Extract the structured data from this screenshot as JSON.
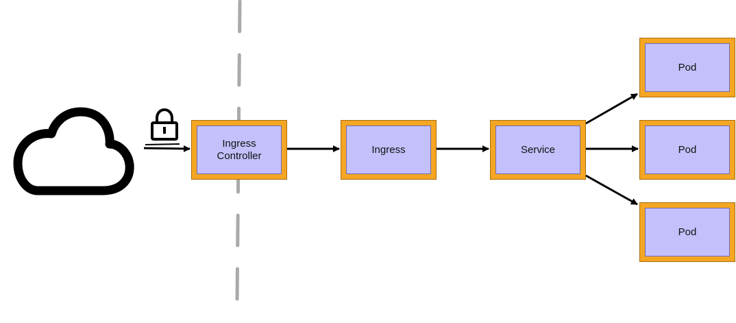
{
  "nodes": {
    "ingress_controller": "Ingress\nController",
    "ingress": "Ingress",
    "service": "Service",
    "pod_1": "Pod",
    "pod_2": "Pod",
    "pod_3": "Pod"
  },
  "icons": {
    "cloud": "cloud-icon",
    "lock": "lock-icon"
  },
  "colors": {
    "node_border": "#f5a623",
    "node_fill": "#c3c0fb",
    "boundary_line": "#aaaaaa",
    "arrow": "#000000"
  }
}
